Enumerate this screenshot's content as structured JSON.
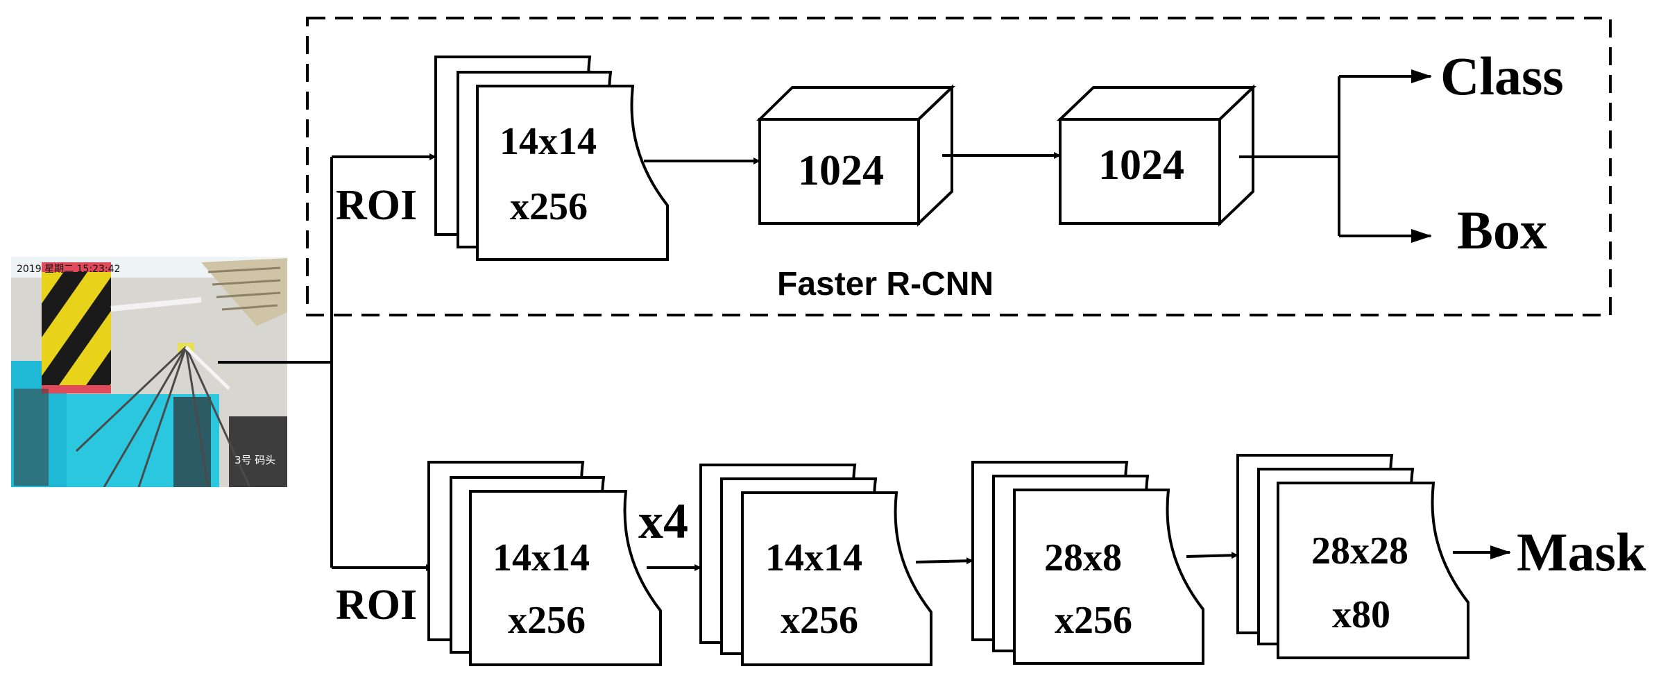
{
  "faster_rcnn": {
    "caption": "Faster R-CNN",
    "roi_label": "ROI",
    "roi_feature": {
      "size": "14x14",
      "channels": "x256"
    },
    "fc1": "1024",
    "fc2": "1024",
    "outputs": {
      "class": "Class",
      "box": "Box"
    }
  },
  "mask_branch": {
    "roi_label": "ROI",
    "repeat_label": "x4",
    "stages": [
      {
        "size": "14x14",
        "channels": "x256"
      },
      {
        "size": "14x14",
        "channels": "x256"
      },
      {
        "size": "28x8",
        "channels": "x256"
      },
      {
        "size": "28x28",
        "channels": "x80"
      }
    ],
    "output": "Mask"
  },
  "input_image": {
    "overlay_text": "2019 星期二 15:23:42",
    "lower_text": "3号 码头"
  },
  "colors": {
    "stroke": "#000000",
    "background": "#ffffff",
    "cyan_roof": "#2bc7df",
    "hazard_yellow": "#e8d21a",
    "hazard_black": "#1a1a1a",
    "red_strip": "#e04a5a"
  }
}
